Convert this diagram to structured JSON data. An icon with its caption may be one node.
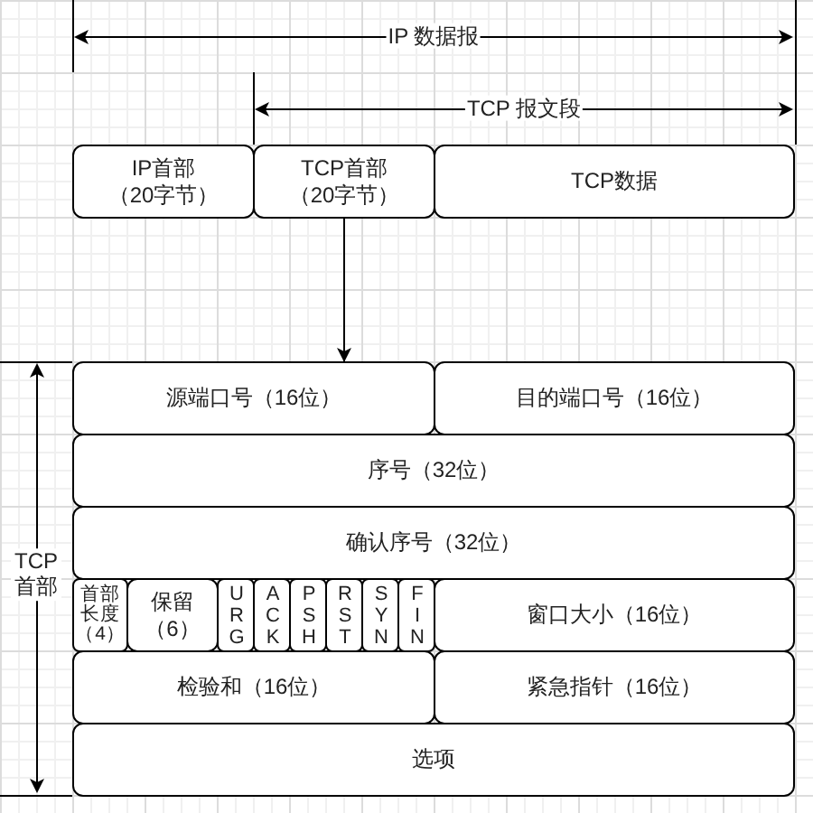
{
  "diagram": {
    "nodes": [
      {
        "text": [
          "IP首部（20字节）"
        ]
      },
      {
        "text": [
          "TCP首部（20字节）"
        ]
      },
      {
        "text": [
          "TCP数据"
        ]
      },
      {
        "text": [
          "源端口号（16位）"
        ]
      },
      {
        "text": [
          "目的端口号（16位）"
        ]
      },
      {
        "text": [
          "序号（32位）"
        ]
      },
      {
        "text": [
          "确认序号（32位）"
        ]
      },
      {
        "text": [
          "首部长度（4）"
        ]
      },
      {
        "text": [
          "保留（6）"
        ]
      },
      {
        "text": [
          "URG"
        ]
      },
      {
        "text": [
          "ACK"
        ]
      },
      {
        "text": [
          "PSH"
        ]
      },
      {
        "text": [
          "RST"
        ]
      },
      {
        "text": [
          "SYN"
        ]
      },
      {
        "text": [
          "FIN"
        ]
      },
      {
        "text": [
          "窗口大小（16位）"
        ]
      },
      {
        "text": [
          "检验和（16位）"
        ]
      },
      {
        "text": [
          "紧急指针（16位）"
        ]
      },
      {
        "text": [
          "选项"
        ]
      }
    ],
    "edges": [
      {
        "from": 1,
        "to": 3,
        "arrow": "to"
      }
    ],
    "labels": [
      "IP 数据报",
      "TCP 报文段",
      "TCP首部"
    ]
  }
}
